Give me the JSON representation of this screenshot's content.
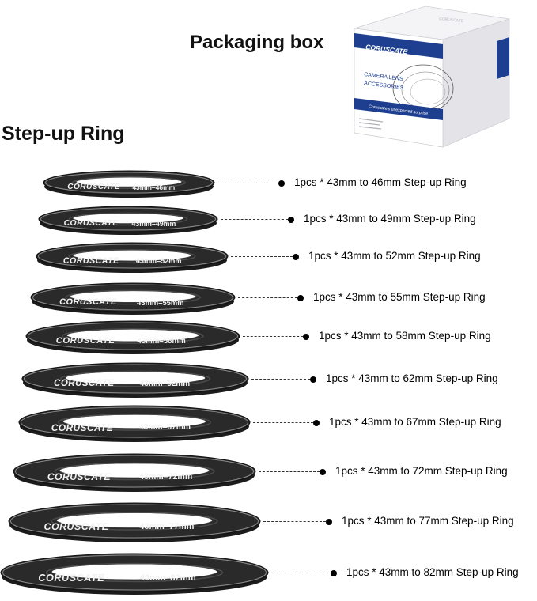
{
  "headings": {
    "packaging": "Packaging box",
    "step_up": "Step-up Ring"
  },
  "box": {
    "brand": "CORUSCATE",
    "brand_small": "CORUSCATE",
    "line1": "CAMERA LENS",
    "line2": "ACCESSORIES",
    "tagline": "Coruscate's unexpected surprise",
    "colors": {
      "blue": "#1e3f8f",
      "white": "#ffffff",
      "side": "#e8e8ea"
    }
  },
  "rings": [
    {
      "brand": "CORUSCATE",
      "size": "43mm–46mm",
      "caption": "1pcs * 43mm to 46mm Step-up Ring"
    },
    {
      "brand": "CORUSCATE",
      "size": "43mm–49mm",
      "caption": "1pcs * 43mm to 49mm Step-up Ring"
    },
    {
      "brand": "CORUSCATE",
      "size": "43mm–52mm",
      "caption": "1pcs * 43mm to 52mm Step-up Ring"
    },
    {
      "brand": "CORUSCATE",
      "size": "43mm–55mm",
      "caption": "1pcs * 43mm to 55mm Step-up Ring"
    },
    {
      "brand": "CORUSCATE",
      "size": "43mm–58mm",
      "caption": "1pcs * 43mm to 58mm Step-up Ring"
    },
    {
      "brand": "CORUSCATE",
      "size": "43mm–62mm",
      "caption": "1pcs * 43mm to 62mm Step-up Ring"
    },
    {
      "brand": "CORUSCATE",
      "size": "43mm–67mm",
      "caption": "1pcs * 43mm to 67mm Step-up Ring"
    },
    {
      "brand": "CORUSCATE",
      "size": "43mm–72mm",
      "caption": "1pcs * 43mm to 72mm Step-up Ring"
    },
    {
      "brand": "CORUSCATE",
      "size": "43mm–77mm",
      "caption": "1pcs * 43mm to 77mm Step-up Ring"
    },
    {
      "brand": "CORUSCATE",
      "size": "43mm–82mm",
      "caption": "1pcs * 43mm to 82mm Step-up Ring"
    }
  ]
}
